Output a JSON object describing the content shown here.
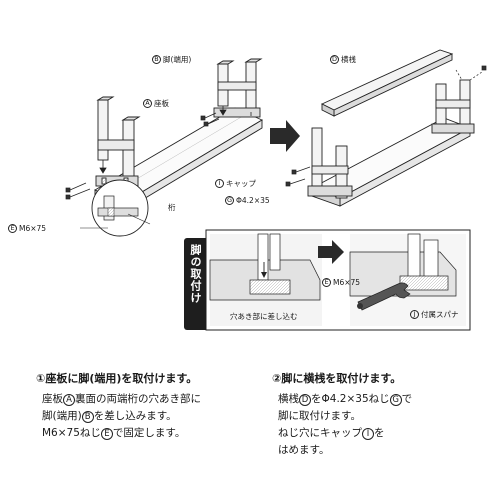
{
  "labels": {
    "b_leg_end": "脚(端用)",
    "a_seat": "座板",
    "d_crossbar": "横桟",
    "i_cap": "キャップ",
    "g_screw": "Φ4.2×35",
    "e_screw": "M6×75",
    "beam": "桁",
    "e_screw_detail": "M6×75",
    "hole_insert": "穴あき部に差し込む",
    "j_wrench": "付属スパナ"
  },
  "markers": {
    "a": "A",
    "b": "B",
    "d": "D",
    "e": "E",
    "g": "G",
    "i": "I",
    "j": "J"
  },
  "side_tab": "脚の取付け",
  "step1": {
    "heading": "①座板に脚(端用)を取付けます。",
    "line1_a": "座板",
    "line1_b": "裏面の両端桁の穴あき部に",
    "line2_a": "脚(端用)",
    "line2_b": "を差し込みます。",
    "line3_a": "M6×75ねじ",
    "line3_b": "で固定します。"
  },
  "step2": {
    "heading": "②脚に横桟を取付けます。",
    "line1_a": "横桟",
    "line1_b": "をΦ4.2×35ねじ",
    "line1_c": "で",
    "line2": "脚に取付けます。",
    "line3_a": "ねじ穴にキャップ",
    "line3_b": "を",
    "line4": "はめます。"
  },
  "colors": {
    "ink": "#1a1a1a",
    "panel": "#1e1e1e",
    "shade": "#d9d9d9",
    "light": "#f2f2f2"
  }
}
